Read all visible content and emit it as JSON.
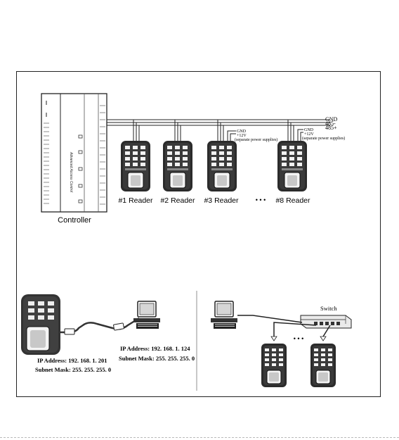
{
  "diagram": {
    "rs485_bus": {
      "gnd": "GND",
      "minus": "485-",
      "plus": "485+"
    },
    "controller": {
      "label": "Controller",
      "panel_text": "Advanced Access Control"
    },
    "readers": [
      {
        "label": "#1 Reader"
      },
      {
        "label": "#2 Reader"
      },
      {
        "label": "#3 Reader"
      },
      {
        "label": "#8 Reader"
      }
    ],
    "separate_power": {
      "gnd": "GND",
      "v12": "+12V",
      "note": "(separate power supplies)"
    },
    "ellipsis": "•   •   •",
    "ellipsis_small": "• • •",
    "tcp_direct": {
      "device_ip": "IP Address: 192. 168. 1. 201",
      "device_mask": "Subnet Mask: 255. 255. 255. 0",
      "pc_ip": "IP Address: 192. 168. 1. 124",
      "pc_mask": "Subnet Mask: 255. 255. 255. 0"
    },
    "network": {
      "switch_label": "Switch"
    }
  },
  "colors": {
    "line": "#222222",
    "device_body": "#2a2a2a",
    "device_face": "#e8e8e8"
  }
}
